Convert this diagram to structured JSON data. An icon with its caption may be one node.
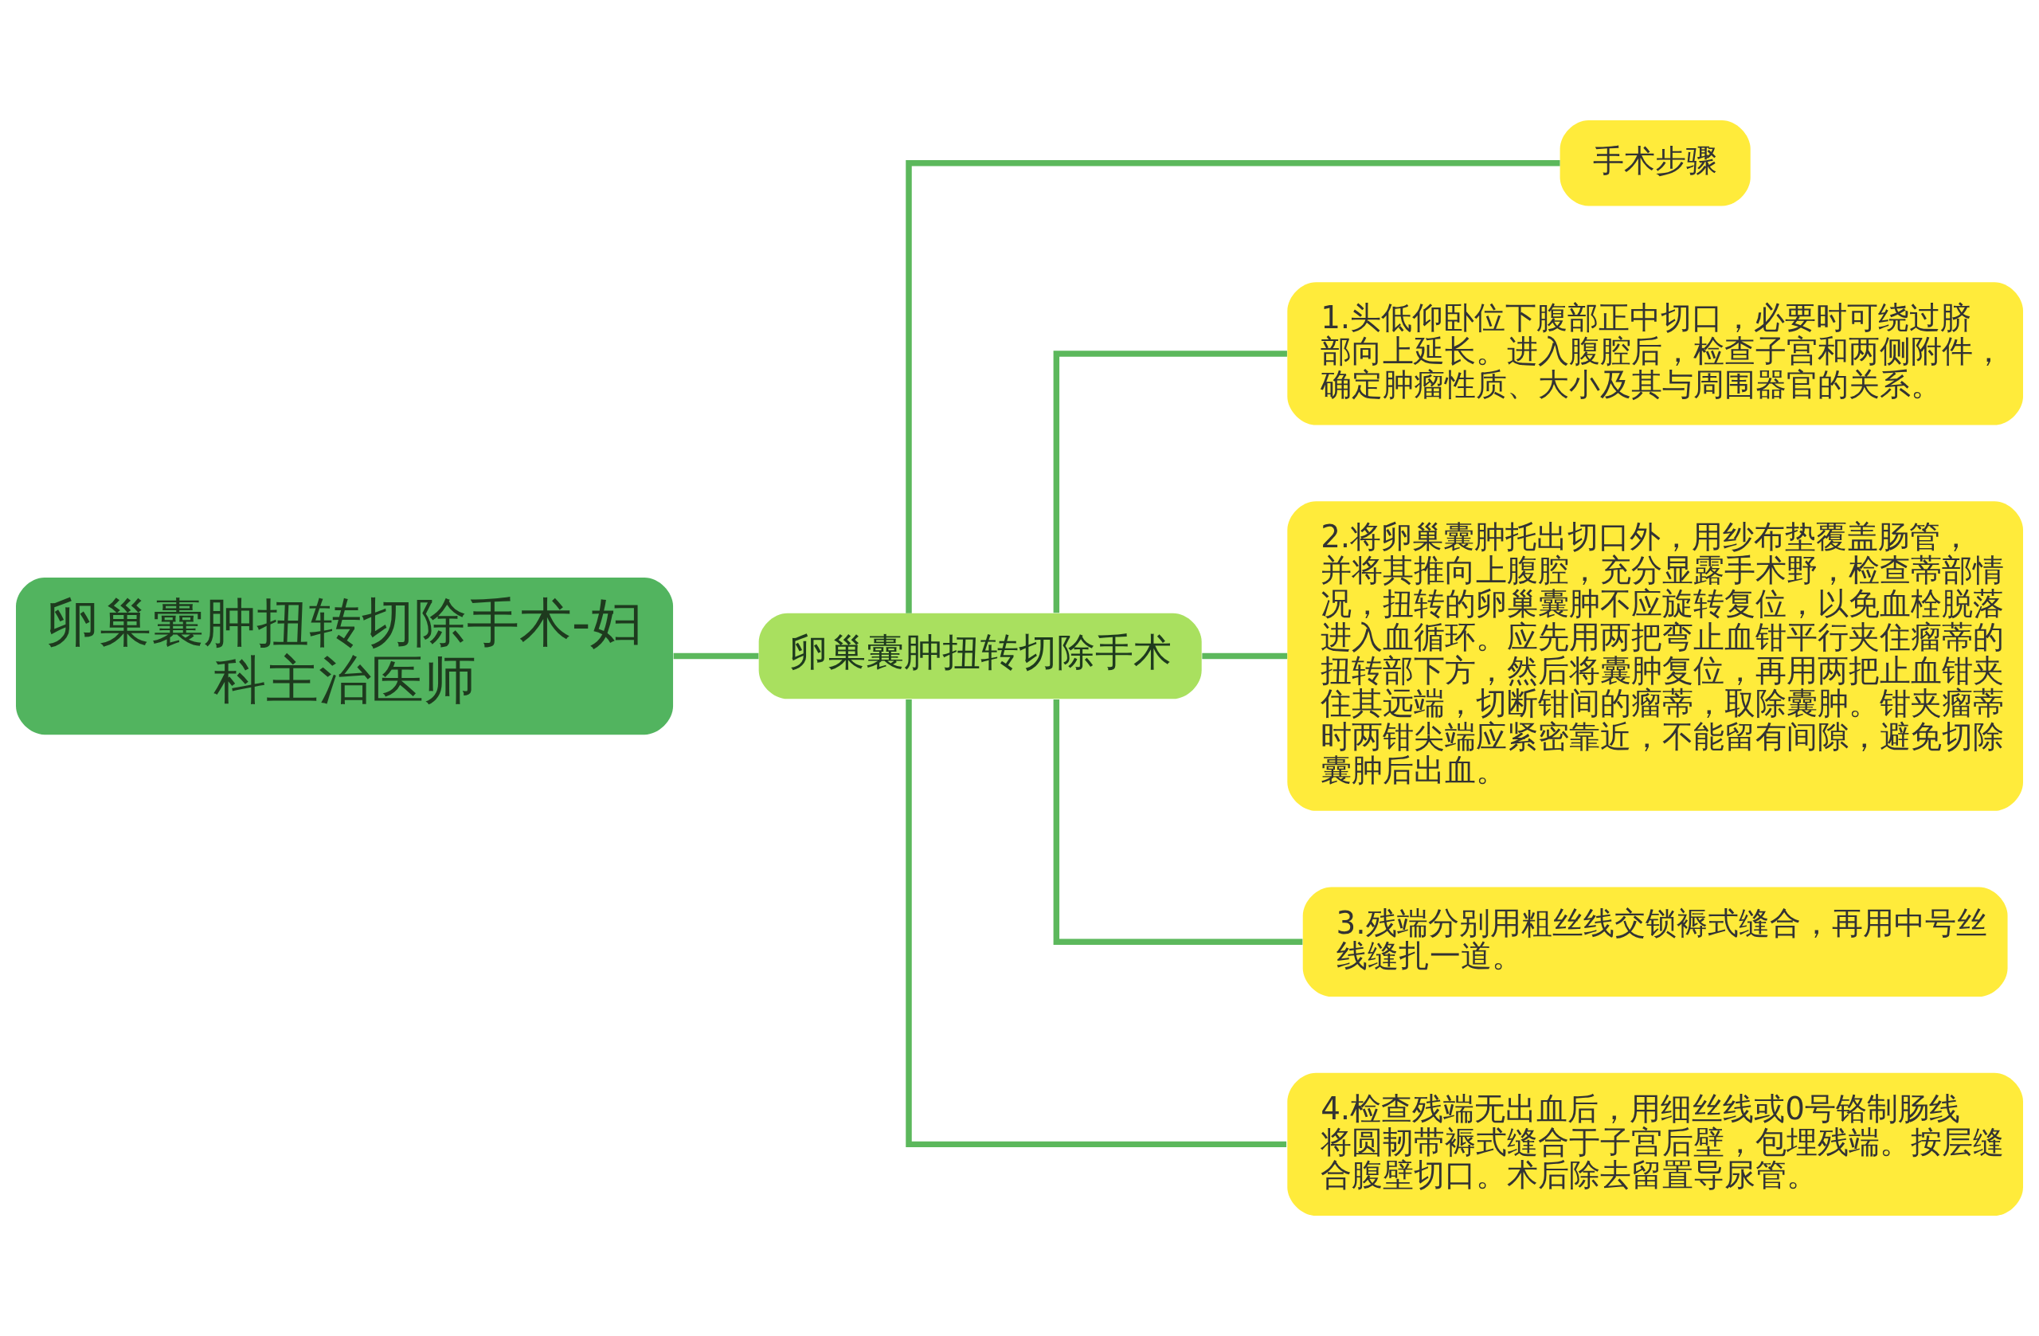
{
  "diagram": {
    "nodes": [
      {
        "text": [
          "卵巢囊肿扭转切除手术-妇科主治医师"
        ]
      },
      {
        "text": [
          "卵巢囊肿扭转切除手术"
        ]
      },
      {
        "text": [
          "手术步骤"
        ]
      },
      {
        "text": [
          "1.头低仰卧位下腹部正中切口，必要时可绕过脐部向上延长。进入腹腔后，检查子宫和两侧附件，确定肿瘤性质、大小及其与周围器官的关系。"
        ]
      },
      {
        "text": [
          "2.将卵巢囊肿托出切口外，用纱布垫覆盖肠管，并将其推向上腹腔，充分显露手术野，检查蒂部情况，扭转的卵巢囊肿不应旋转复位，以免血栓脱落进入血循环。应先用两把弯止血钳平行夹住瘤蒂的扭转部下方，然后将囊肿复位，再用两把止血钳夹住其远端，切断钳间的瘤蒂，取除囊肿。钳夹瘤蒂时两钳尖端应紧密靠近，不能留有间隙，避免切除囊肿后出血。"
        ]
      },
      {
        "text": [
          "3.残端分别用粗丝线交锁褥式缝合，再用中号丝线缝扎一道。"
        ]
      },
      {
        "text": [
          "4.检查残端无出血后，用细丝线或0号铬制肠线将圆韧带褥式缝合于子宫后壁，包埋残端。按层缝合腹壁切口。术后除去留置导尿管。"
        ]
      }
    ],
    "edges": [
      {
        "from": 0,
        "to": 1,
        "arrow": "none"
      },
      {
        "from": 1,
        "to": 2,
        "arrow": "none"
      },
      {
        "from": 1,
        "to": 3,
        "arrow": "none"
      },
      {
        "from": 1,
        "to": 4,
        "arrow": "none"
      },
      {
        "from": 1,
        "to": 5,
        "arrow": "none"
      },
      {
        "from": 1,
        "to": 6,
        "arrow": "none"
      }
    ]
  }
}
